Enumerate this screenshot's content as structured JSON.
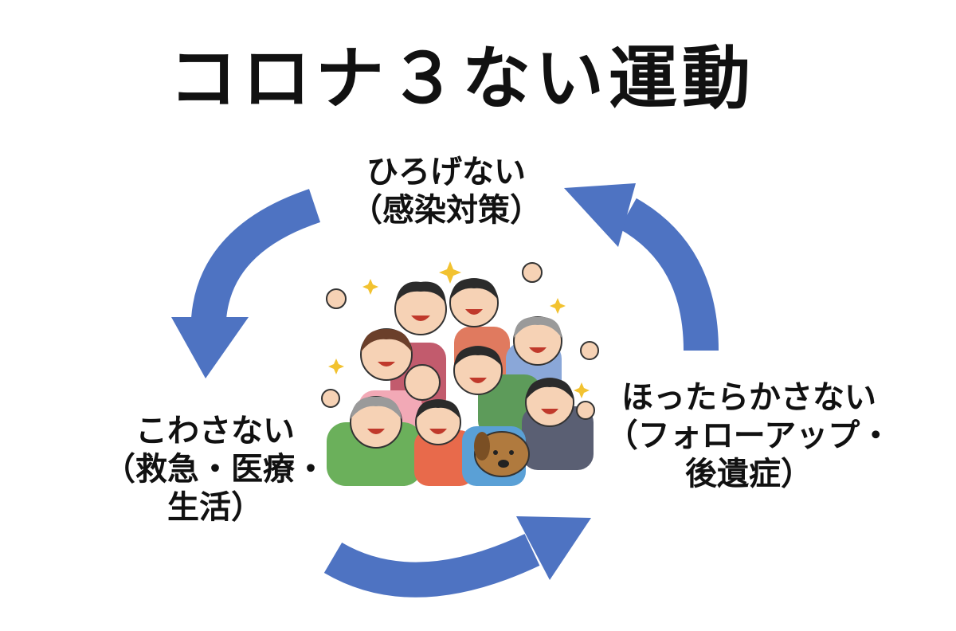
{
  "title": "コロナ３ない運動",
  "nodes": {
    "top": {
      "line1": "ひろげない",
      "line2": "（感染対策）"
    },
    "left": {
      "line1": "こわさない",
      "line2": "（救急・医療・",
      "line3": "生活）"
    },
    "right": {
      "line1": "ほったらかさない",
      "line2": "（フォローアップ・",
      "line3": "後遺症）"
    }
  },
  "colors": {
    "arrow": "#4e73c2",
    "text": "#111111",
    "background": "#ffffff"
  },
  "illustration": {
    "icon": "family-group-cheering-icon"
  }
}
